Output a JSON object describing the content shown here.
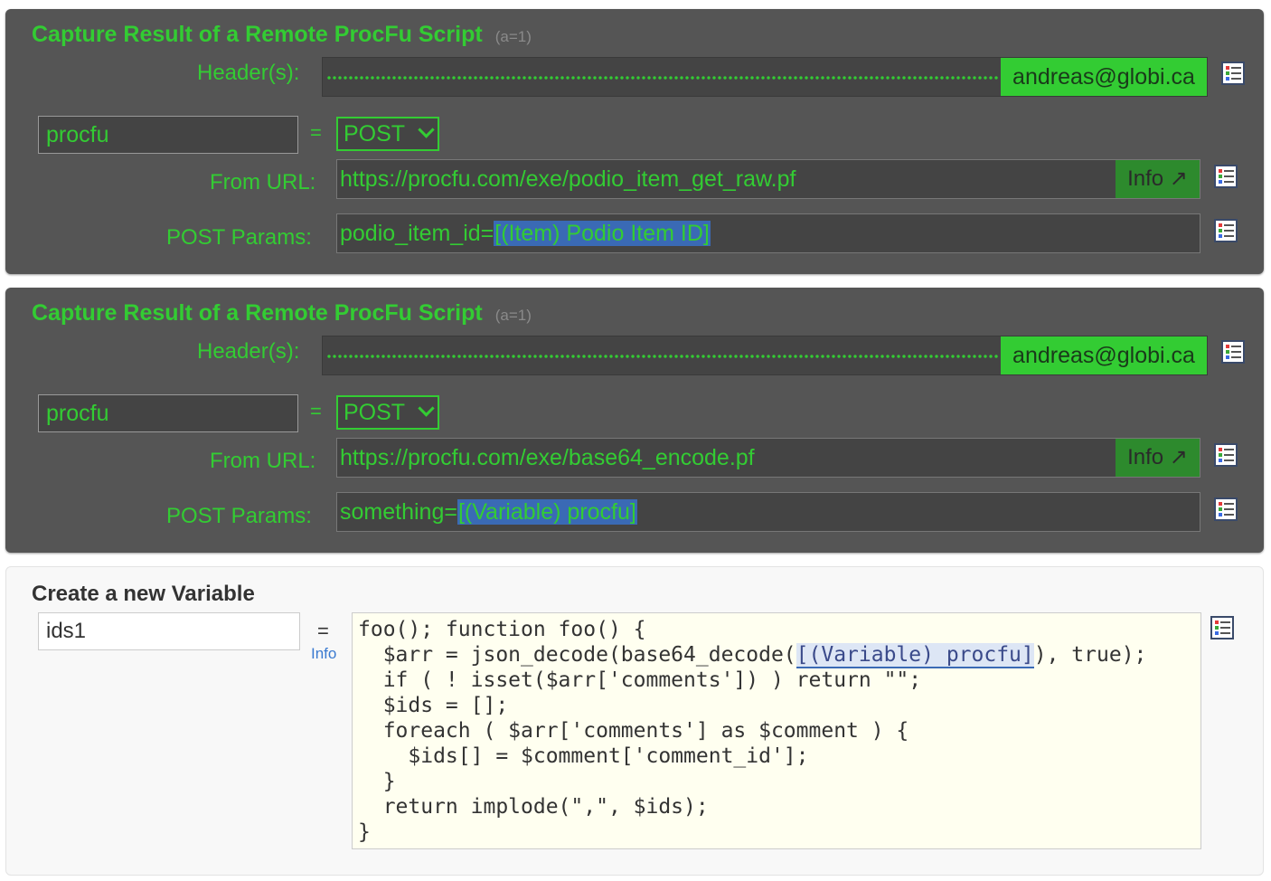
{
  "panels": [
    {
      "title": "Capture Result of a Remote ProcFu Script",
      "subtitle": "(a=1)",
      "headers_label": "Header(s):",
      "header_value": "andreas@globi.ca",
      "variable_name": "procfu",
      "equals": "=",
      "method": "POST",
      "from_url_label": "From URL:",
      "url": "https://procfu.com/exe/podio_item_get_raw.pf",
      "info_label": "Info",
      "post_params_label": "POST Params:",
      "params_prefix": "podio_item_id=",
      "params_token": "[(Item) Podio Item ID]"
    },
    {
      "title": "Capture Result of a Remote ProcFu Script",
      "subtitle": "(a=1)",
      "headers_label": "Header(s):",
      "header_value": "andreas@globi.ca",
      "variable_name": "procfu",
      "equals": "=",
      "method": "POST",
      "from_url_label": "From URL:",
      "url": "https://procfu.com/exe/base64_encode.pf",
      "info_label": "Info",
      "post_params_label": "POST Params:",
      "params_prefix": "something=",
      "params_token": "[(Variable) procfu]"
    }
  ],
  "new_variable": {
    "title": "Create a new Variable",
    "variable_name": "ids1",
    "equals": "=",
    "info_label": "Info",
    "code_line1": "foo(); function foo() {",
    "code_line2_pre": "  $arr = json_decode(base64_decode(",
    "code_line2_token": "[(Variable) procfu]",
    "code_line2_post": "), true);",
    "code_rest": "  if ( ! isset($arr['comments']) ) return \"\";\n  $ids = [];\n  foreach ( $arr['comments'] as $comment ) {\n    $ids[] = $comment['comment_id'];\n  }\n  return implode(\",\", $ids);\n}"
  },
  "icons": {
    "external_link": "external-link-icon",
    "options": "options-list-icon",
    "dropdown": "chevron-down-icon"
  },
  "colors": {
    "accent_green": "#33cc33",
    "panel_bg": "#555555",
    "token_blue": "#3a6ab5"
  }
}
